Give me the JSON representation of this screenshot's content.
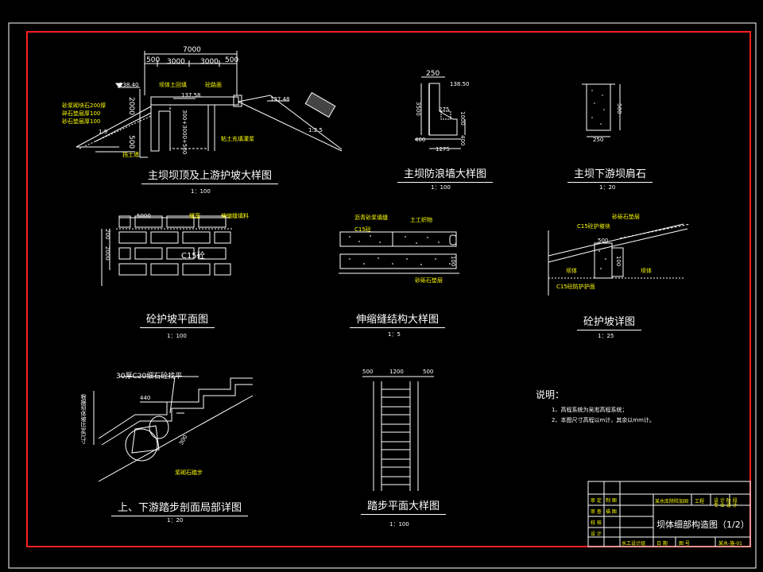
{
  "views": [
    {
      "title": "主坝坝顶及上游护坡大样图",
      "scale": "1：100"
    },
    {
      "title": "主坝防浪墙大样图",
      "scale": "1：100"
    },
    {
      "title": "主坝下游坝肩石",
      "scale": "1：20"
    },
    {
      "title": "砼护坡平面图",
      "scale": "1：100"
    },
    {
      "title": "伸缩缝结构大样图",
      "scale": "1：5"
    },
    {
      "title": "砼护坡详图",
      "scale": "1：25"
    },
    {
      "title": "上、下游踏步剖面局部详图",
      "scale": "1：20"
    },
    {
      "title": "踏步平面大样图",
      "scale": "1：100"
    }
  ],
  "crest": {
    "dims": [
      "7000",
      "500",
      "3000",
      "3000",
      "500"
    ],
    "el1": "138.40",
    "el2": "137.58",
    "el3": "137.48",
    "labels": [
      "坝体土回填",
      "砼路面",
      "砂浆砌块石200厚",
      "碎石垫层厚100",
      "砂石垫层厚100",
      "粘土充填灌浆",
      "挡土墙"
    ],
    "vert": [
      "2000",
      "500"
    ],
    "vertmid": "300+3000+500",
    "slope1": "1:9",
    "slope2": "1:2.5"
  },
  "wave": {
    "dims": [
      "250",
      "3500",
      "275",
      "400",
      "1275",
      "400",
      "1000"
    ],
    "el": "138.50"
  },
  "shoulder": {
    "dims": [
      "500",
      "250"
    ]
  },
  "plan": {
    "dims": [
      "5000",
      "200",
      "2000"
    ],
    "mark": "C15砼",
    "labels": [
      "缝宽",
      "伸缩缝填料"
    ]
  },
  "joint": {
    "labels": [
      "沥青砂浆填缝",
      "C15砼",
      "土工织物",
      "砂砾石垫层"
    ],
    "dim": "100"
  },
  "detail": {
    "labels": [
      "砂砾石垫层",
      "C15砼护坡块",
      "C15砼防护护面",
      "坝体",
      "坝体"
    ],
    "dim": "500",
    "dim2": "100"
  },
  "steps": {
    "label1": "30厚C20细石砼找平",
    "label2": "浆砌石踏步",
    "dim": "440",
    "dim2": "300",
    "side": "根据坝体坡比定尺寸"
  },
  "stepplan": {
    "dims": [
      "500",
      "1200",
      "500"
    ]
  },
  "notes": {
    "heading": "说明：",
    "items": [
      "1、高程系统为吴淞高程系统；",
      "2、本图尺寸高程以m计，其余以mm计。"
    ]
  },
  "titleblock": {
    "drawing_title": "坝体细部构造图（1/2）",
    "project": "某水库除险加固",
    "stage": "工程",
    "rowlabels": [
      "审 定",
      "审 查",
      "校 核",
      "设 计",
      "制 图",
      "描 图"
    ],
    "hdr": [
      "设 计 阶 段",
      "专 业 设 计"
    ],
    "foot": [
      "水工设计组",
      "日 期",
      "图 号"
    ],
    "footval": [
      "某水-施-01"
    ]
  }
}
